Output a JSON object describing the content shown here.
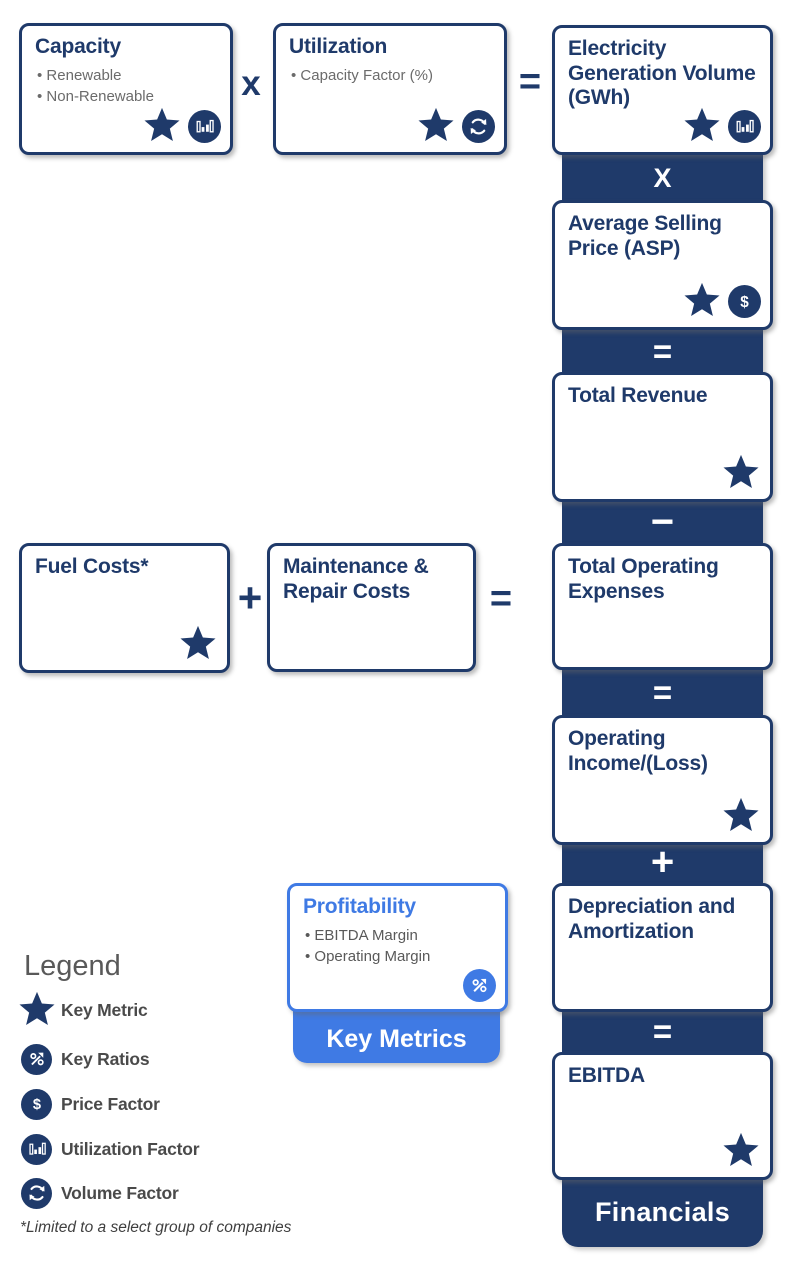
{
  "colors": {
    "navy": "#1f3a6a",
    "accent_blue": "#3f7ae4",
    "bullet_gray": "#6b6b6b",
    "legend_label_gray": "#4a4a4a",
    "white": "#ffffff"
  },
  "boxes": {
    "capacity": {
      "title": "Capacity",
      "bullets": [
        "Renewable",
        "Non-Renewable"
      ],
      "icons": [
        "key-metric-star",
        "utilization-factor"
      ]
    },
    "utilization": {
      "title": "Utilization",
      "bullets": [
        "Capacity Factor (%)"
      ],
      "icons": [
        "key-metric-star",
        "volume-factor"
      ]
    },
    "egv": {
      "title": "Electricity Generation Volume (GWh)",
      "icons": [
        "key-metric-star",
        "utilization-factor"
      ]
    },
    "asp": {
      "title": "Average Selling Price (ASP)",
      "icons": [
        "key-metric-star",
        "price-factor"
      ]
    },
    "total_revenue": {
      "title": "Total Revenue",
      "icons": [
        "key-metric-star"
      ]
    },
    "total_opex": {
      "title": "Total Operating Expenses",
      "icons": []
    },
    "operating_income": {
      "title": "Operating Income/(Loss)",
      "icons": [
        "key-metric-star"
      ]
    },
    "dna": {
      "title": "Depreciation and Amortization",
      "icons": []
    },
    "ebitda": {
      "title": "EBITDA",
      "icons": [
        "key-metric-star"
      ]
    },
    "fuel": {
      "title": "Fuel Costs*",
      "icons": [
        "key-metric-star"
      ]
    },
    "maintenance": {
      "title": "Maintenance & Repair Costs",
      "icons": []
    },
    "profitability": {
      "title": "Profitability",
      "bullets": [
        "EBITDA Margin",
        "Operating Margin"
      ],
      "icons": [
        "key-ratios"
      ]
    }
  },
  "operators": {
    "capacity_times": "x",
    "utilization_equals": "=",
    "fuel_plus": "+",
    "maintenance_equals": "=",
    "band_times": "X",
    "band_equals_1": "=",
    "band_minus": "−",
    "band_equals_2": "=",
    "band_plus": "+",
    "band_equals_3": "="
  },
  "bands": {
    "financials_label": "Financials",
    "key_metrics_label": "Key Metrics"
  },
  "icons": {
    "price_glyph": "$"
  },
  "legend": {
    "heading": "Legend",
    "items": [
      {
        "icon": "key-metric-star-icon",
        "label": "Key Metric"
      },
      {
        "icon": "key-ratios-icon",
        "label": "Key Ratios"
      },
      {
        "icon": "price-factor-icon",
        "label": "Price Factor"
      },
      {
        "icon": "utilization-factor-icon",
        "label": "Utilization Factor"
      },
      {
        "icon": "volume-factor-icon",
        "label": "Volume Factor"
      }
    ],
    "footnote": "*Limited to a select group of companies"
  }
}
